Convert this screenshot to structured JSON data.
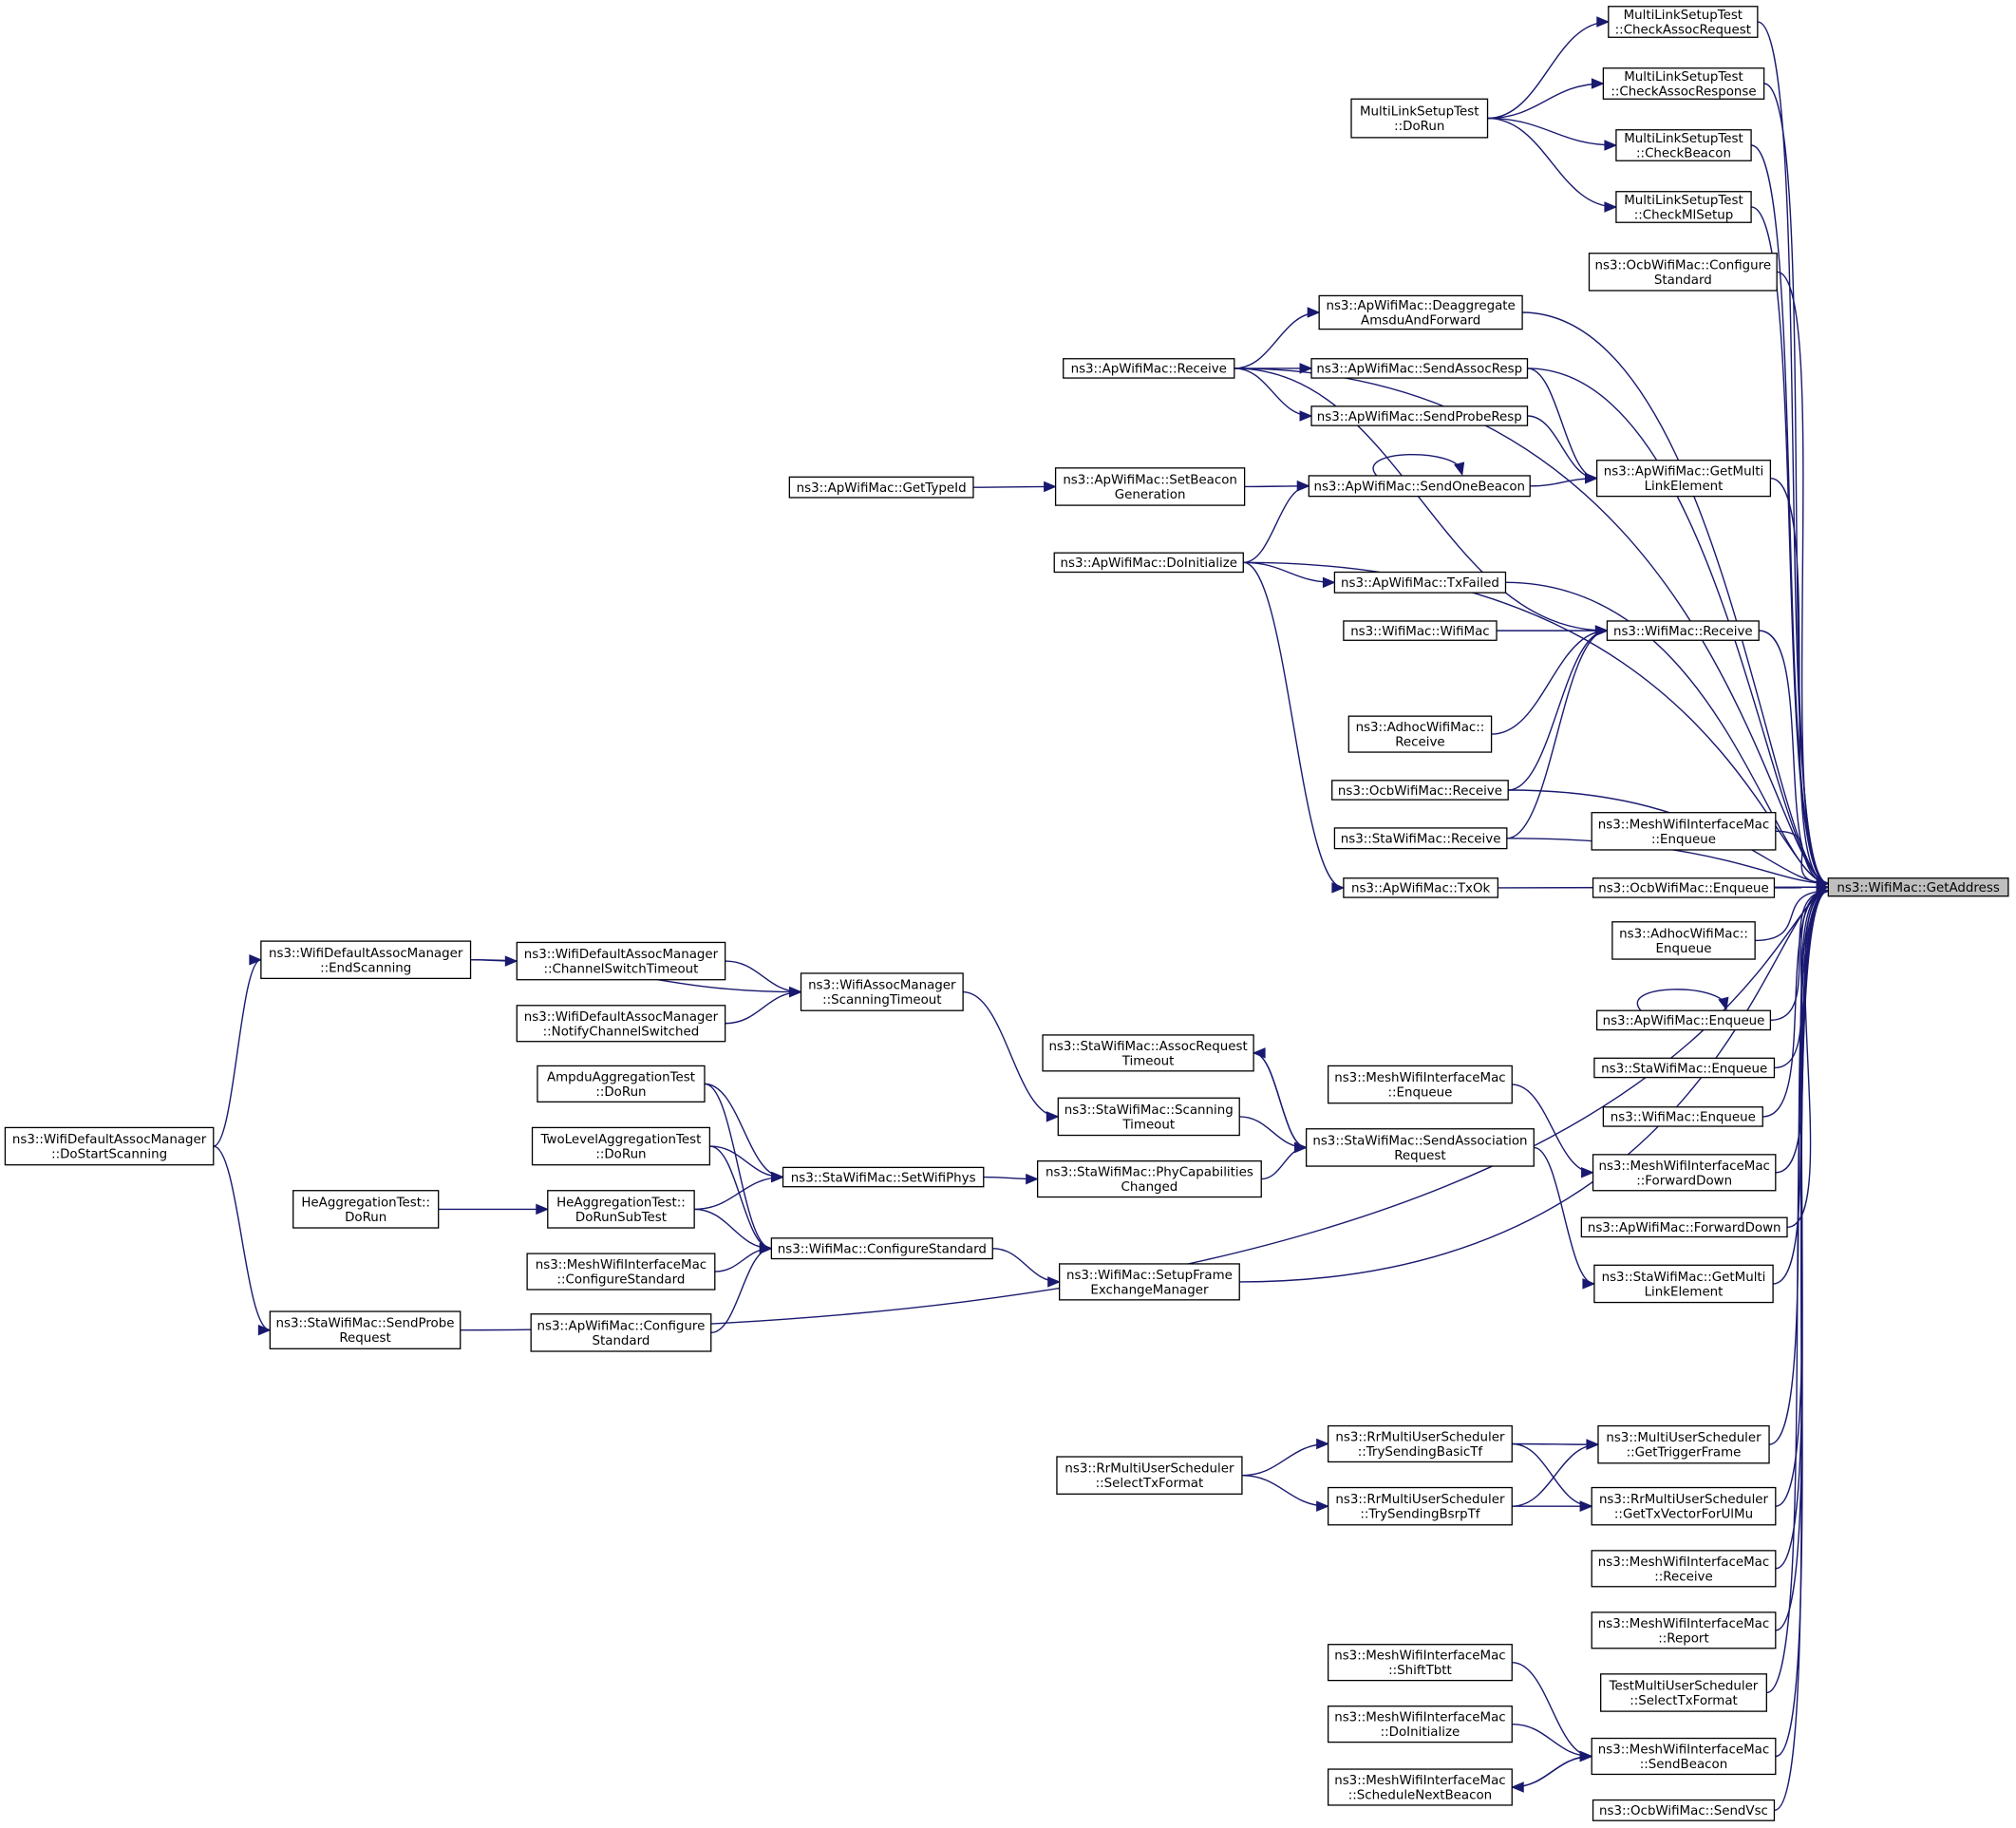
{
  "root": "ns3::WifiMac::GetAddress",
  "nodes": [
    {
      "id": "root",
      "lines": [
        "ns3::WifiMac::GetAddress"
      ]
    },
    {
      "id": "ml_car",
      "lines": [
        "MultiLinkSetupTest",
        "::CheckAssocRequest"
      ]
    },
    {
      "id": "ml_cares",
      "lines": [
        "MultiLinkSetupTest",
        "::CheckAssocResponse"
      ]
    },
    {
      "id": "ml_cb",
      "lines": [
        "MultiLinkSetupTest",
        "::CheckBeacon"
      ]
    },
    {
      "id": "ml_cms",
      "lines": [
        "MultiLinkSetupTest",
        "::CheckMlSetup"
      ]
    },
    {
      "id": "ml_dorun",
      "lines": [
        "MultiLinkSetupTest",
        "::DoRun"
      ]
    },
    {
      "id": "ocb_cs",
      "lines": [
        "ns3::OcbWifiMac::Configure",
        "Standard"
      ]
    },
    {
      "id": "ap_deagg",
      "lines": [
        "ns3::ApWifiMac::Deaggregate",
        "AmsduAndForward"
      ]
    },
    {
      "id": "ap_recv",
      "lines": [
        "ns3::ApWifiMac::Receive"
      ]
    },
    {
      "id": "ap_sar",
      "lines": [
        "ns3::ApWifiMac::SendAssocResp"
      ]
    },
    {
      "id": "ap_spr",
      "lines": [
        "ns3::ApWifiMac::SendProbeResp"
      ]
    },
    {
      "id": "ap_gml",
      "lines": [
        "ns3::ApWifiMac::GetMulti",
        "LinkElement"
      ]
    },
    {
      "id": "ap_gti",
      "lines": [
        "ns3::ApWifiMac::GetTypeId"
      ]
    },
    {
      "id": "ap_sbg",
      "lines": [
        "ns3::ApWifiMac::SetBeacon",
        "Generation"
      ]
    },
    {
      "id": "ap_sob",
      "lines": [
        "ns3::ApWifiMac::SendOneBeacon"
      ]
    },
    {
      "id": "ap_doi",
      "lines": [
        "ns3::ApWifiMac::DoInitialize"
      ]
    },
    {
      "id": "ap_txf",
      "lines": [
        "ns3::ApWifiMac::TxFailed"
      ]
    },
    {
      "id": "wm_wm",
      "lines": [
        "ns3::WifiMac::WifiMac"
      ]
    },
    {
      "id": "wm_recv",
      "lines": [
        "ns3::WifiMac::Receive"
      ]
    },
    {
      "id": "adhoc_recv",
      "lines": [
        "ns3::AdhocWifiMac::",
        "Receive"
      ]
    },
    {
      "id": "ocb_recv",
      "lines": [
        "ns3::OcbWifiMac::Receive"
      ]
    },
    {
      "id": "sta_recv",
      "lines": [
        "ns3::StaWifiMac::Receive"
      ]
    },
    {
      "id": "ap_txok",
      "lines": [
        "ns3::ApWifiMac::TxOk"
      ]
    },
    {
      "id": "mesh_enq",
      "lines": [
        "ns3::MeshWifiInterfaceMac",
        "::Enqueue"
      ]
    },
    {
      "id": "ocb_enq",
      "lines": [
        "ns3::OcbWifiMac::Enqueue"
      ]
    },
    {
      "id": "adhoc_enq",
      "lines": [
        "ns3::AdhocWifiMac::",
        "Enqueue"
      ]
    },
    {
      "id": "ap_enq",
      "lines": [
        "ns3::ApWifiMac::Enqueue"
      ]
    },
    {
      "id": "sta_enq",
      "lines": [
        "ns3::StaWifiMac::Enqueue"
      ]
    },
    {
      "id": "wm_enq",
      "lines": [
        "ns3::WifiMac::Enqueue"
      ]
    },
    {
      "id": "mesh_enq2",
      "lines": [
        "ns3::MeshWifiInterfaceMac",
        "::Enqueue"
      ]
    },
    {
      "id": "mesh_fd",
      "lines": [
        "ns3::MeshWifiInterfaceMac",
        "::ForwardDown"
      ]
    },
    {
      "id": "ap_fd",
      "lines": [
        "ns3::ApWifiMac::ForwardDown"
      ]
    },
    {
      "id": "sta_gml",
      "lines": [
        "ns3::StaWifiMac::GetMulti",
        "LinkElement"
      ]
    },
    {
      "id": "sta_art",
      "lines": [
        "ns3::StaWifiMac::AssocRequest",
        "Timeout"
      ]
    },
    {
      "id": "sta_st",
      "lines": [
        "ns3::StaWifiMac::Scanning",
        "Timeout"
      ]
    },
    {
      "id": "sta_sar",
      "lines": [
        "ns3::StaWifiMac::SendAssociation",
        "Request"
      ]
    },
    {
      "id": "sta_pcc",
      "lines": [
        "ns3::StaWifiMac::PhyCapabilities",
        "Changed"
      ]
    },
    {
      "id": "sta_swp",
      "lines": [
        "ns3::StaWifiMac::SetWifiPhys"
      ]
    },
    {
      "id": "wam_st",
      "lines": [
        "ns3::WifiAssocManager",
        "::ScanningTimeout"
      ]
    },
    {
      "id": "wdam_es",
      "lines": [
        "ns3::WifiDefaultAssocManager",
        "::EndScanning"
      ]
    },
    {
      "id": "wdam_cst",
      "lines": [
        "ns3::WifiDefaultAssocManager",
        "::ChannelSwitchTimeout"
      ]
    },
    {
      "id": "wdam_ncs",
      "lines": [
        "ns3::WifiDefaultAssocManager",
        "::NotifyChannelSwitched"
      ]
    },
    {
      "id": "wdam_dss",
      "lines": [
        "ns3::WifiDefaultAssocManager",
        "::DoStartScanning"
      ]
    },
    {
      "id": "ampdu_dorun",
      "lines": [
        "AmpduAggregationTest",
        "::DoRun"
      ]
    },
    {
      "id": "tla_dorun",
      "lines": [
        "TwoLevelAggregationTest",
        "::DoRun"
      ]
    },
    {
      "id": "he_dorun",
      "lines": [
        "HeAggregationTest::",
        "DoRun"
      ]
    },
    {
      "id": "he_drst",
      "lines": [
        "HeAggregationTest::",
        "DoRunSubTest"
      ]
    },
    {
      "id": "mesh_cs",
      "lines": [
        "ns3::MeshWifiInterfaceMac",
        "::ConfigureStandard"
      ]
    },
    {
      "id": "ap_cs",
      "lines": [
        "ns3::ApWifiMac::Configure",
        "Standard"
      ]
    },
    {
      "id": "wm_cs",
      "lines": [
        "ns3::WifiMac::ConfigureStandard"
      ]
    },
    {
      "id": "wm_sfem",
      "lines": [
        "ns3::WifiMac::SetupFrame",
        "ExchangeManager"
      ]
    },
    {
      "id": "sta_spr",
      "lines": [
        "ns3::StaWifiMac::SendProbe",
        "Request"
      ]
    },
    {
      "id": "rr_stf",
      "lines": [
        "ns3::RrMultiUserScheduler",
        "::SelectTxFormat"
      ]
    },
    {
      "id": "rr_tsbt",
      "lines": [
        "ns3::RrMultiUserScheduler",
        "::TrySendingBasicTf"
      ]
    },
    {
      "id": "rr_tsbs",
      "lines": [
        "ns3::RrMultiUserScheduler",
        "::TrySendingBsrpTf"
      ]
    },
    {
      "id": "mus_gtf",
      "lines": [
        "ns3::MultiUserScheduler",
        "::GetTriggerFrame"
      ]
    },
    {
      "id": "rr_gtv",
      "lines": [
        "ns3::RrMultiUserScheduler",
        "::GetTxVectorForUlMu"
      ]
    },
    {
      "id": "mesh_recv",
      "lines": [
        "ns3::MeshWifiInterfaceMac",
        "::Receive"
      ]
    },
    {
      "id": "mesh_rep",
      "lines": [
        "ns3::MeshWifiInterfaceMac",
        "::Report"
      ]
    },
    {
      "id": "tmus_stf",
      "lines": [
        "TestMultiUserScheduler",
        "::SelectTxFormat"
      ]
    },
    {
      "id": "mesh_stbtt",
      "lines": [
        "ns3::MeshWifiInterfaceMac",
        "::ShiftTbtt"
      ]
    },
    {
      "id": "mesh_doi",
      "lines": [
        "ns3::MeshWifiInterfaceMac",
        "::DoInitialize"
      ]
    },
    {
      "id": "mesh_snb",
      "lines": [
        "ns3::MeshWifiInterfaceMac",
        "::ScheduleNextBeacon"
      ]
    },
    {
      "id": "mesh_sb",
      "lines": [
        "ns3::MeshWifiInterfaceMac",
        "::SendBeacon"
      ]
    },
    {
      "id": "ocb_svsc",
      "lines": [
        "ns3::OcbWifiMac::SendVsc"
      ]
    }
  ],
  "edges": [
    [
      "ml_car",
      "root"
    ],
    [
      "ml_cares",
      "root"
    ],
    [
      "ml_cb",
      "root"
    ],
    [
      "ml_cms",
      "root"
    ],
    [
      "ml_dorun",
      "ml_car"
    ],
    [
      "ml_dorun",
      "ml_cares"
    ],
    [
      "ml_dorun",
      "ml_cb"
    ],
    [
      "ml_dorun",
      "ml_cms"
    ],
    [
      "ocb_cs",
      "root"
    ],
    [
      "ap_deagg",
      "root"
    ],
    [
      "ap_recv",
      "root"
    ],
    [
      "ap_sar",
      "root"
    ],
    [
      "ap_recv",
      "ap_deagg"
    ],
    [
      "ap_recv",
      "ap_sar"
    ],
    [
      "ap_recv",
      "ap_spr"
    ],
    [
      "ap_sar",
      "ap_gml"
    ],
    [
      "ap_spr",
      "ap_gml"
    ],
    [
      "ap_sob",
      "ap_gml"
    ],
    [
      "ap_gml",
      "root"
    ],
    [
      "ap_gti",
      "ap_sbg"
    ],
    [
      "ap_sbg",
      "ap_sob"
    ],
    [
      "ap_sob",
      "ap_sob"
    ],
    [
      "ap_doi",
      "ap_sob"
    ],
    [
      "ap_doi",
      "root"
    ],
    [
      "ap_doi",
      "ap_txf"
    ],
    [
      "ap_doi",
      "ap_txok"
    ],
    [
      "ap_txf",
      "root"
    ],
    [
      "wm_wm",
      "wm_recv"
    ],
    [
      "ap_recv",
      "wm_recv"
    ],
    [
      "adhoc_recv",
      "wm_recv"
    ],
    [
      "ocb_recv",
      "wm_recv"
    ],
    [
      "sta_recv",
      "wm_recv"
    ],
    [
      "wm_recv",
      "root"
    ],
    [
      "ocb_recv",
      "root"
    ],
    [
      "sta_recv",
      "root"
    ],
    [
      "ap_txok",
      "root"
    ],
    [
      "mesh_enq",
      "root"
    ],
    [
      "ocb_enq",
      "root"
    ],
    [
      "adhoc_enq",
      "root"
    ],
    [
      "ap_enq",
      "ap_enq"
    ],
    [
      "ap_enq",
      "root"
    ],
    [
      "sta_enq",
      "root"
    ],
    [
      "wm_enq",
      "root"
    ],
    [
      "mesh_enq2",
      "mesh_fd"
    ],
    [
      "mesh_fd",
      "root"
    ],
    [
      "ap_fd",
      "root"
    ],
    [
      "sta_sar",
      "sta_gml"
    ],
    [
      "sta_gml",
      "root"
    ],
    [
      "sta_sar",
      "sta_art"
    ],
    [
      "sta_art",
      "sta_sar"
    ],
    [
      "sta_st",
      "sta_sar"
    ],
    [
      "sta_pcc",
      "sta_sar"
    ],
    [
      "sta_swp",
      "sta_pcc"
    ],
    [
      "wam_st",
      "sta_st"
    ],
    [
      "wdam_cst",
      "wam_st"
    ],
    [
      "wdam_ncs",
      "wam_st"
    ],
    [
      "wdam_es",
      "wam_st"
    ],
    [
      "wdam_es",
      "wdam_cst"
    ],
    [
      "wdam_dss",
      "wdam_es"
    ],
    [
      "wdam_dss",
      "sta_spr"
    ],
    [
      "sta_spr",
      "root"
    ],
    [
      "ampdu_dorun",
      "sta_swp"
    ],
    [
      "tla_dorun",
      "sta_swp"
    ],
    [
      "he_drst",
      "sta_swp"
    ],
    [
      "he_dorun",
      "he_drst"
    ],
    [
      "ampdu_dorun",
      "wm_cs"
    ],
    [
      "tla_dorun",
      "wm_cs"
    ],
    [
      "he_drst",
      "wm_cs"
    ],
    [
      "mesh_cs",
      "wm_cs"
    ],
    [
      "ap_cs",
      "wm_cs"
    ],
    [
      "wm_cs",
      "wm_sfem"
    ],
    [
      "wm_sfem",
      "root"
    ],
    [
      "rr_stf",
      "rr_tsbt"
    ],
    [
      "rr_stf",
      "rr_tsbs"
    ],
    [
      "rr_tsbt",
      "mus_gtf"
    ],
    [
      "rr_tsbs",
      "mus_gtf"
    ],
    [
      "rr_tsbt",
      "rr_gtv"
    ],
    [
      "rr_tsbs",
      "rr_gtv"
    ],
    [
      "mus_gtf",
      "root"
    ],
    [
      "rr_gtv",
      "root"
    ],
    [
      "mesh_recv",
      "root"
    ],
    [
      "mesh_rep",
      "root"
    ],
    [
      "tmus_stf",
      "root"
    ],
    [
      "mesh_stbtt",
      "mesh_sb"
    ],
    [
      "mesh_doi",
      "mesh_sb"
    ],
    [
      "mesh_snb",
      "mesh_sb"
    ],
    [
      "mesh_sb",
      "mesh_snb"
    ],
    [
      "mesh_sb",
      "root"
    ],
    [
      "ocb_svsc",
      "root"
    ]
  ]
}
